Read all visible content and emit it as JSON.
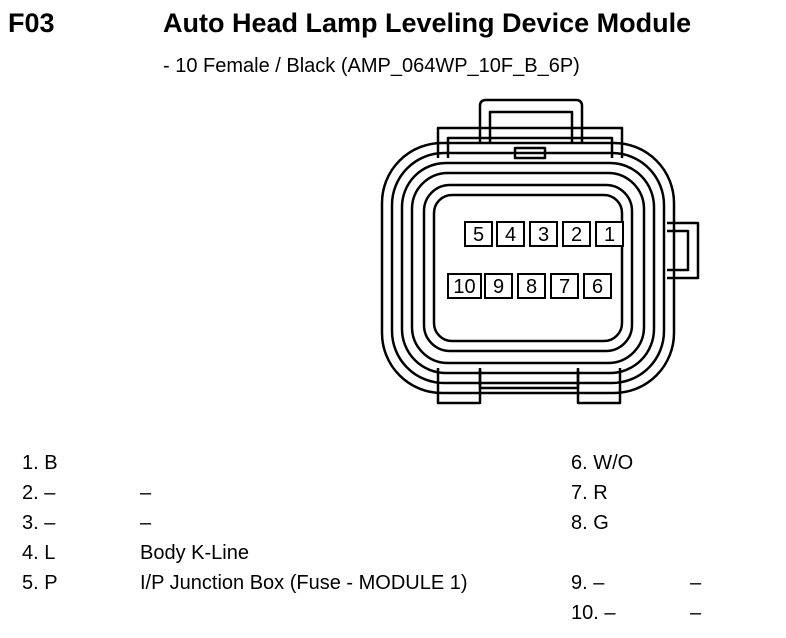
{
  "header": {
    "code": "F03",
    "title": "Auto Head Lamp Leveling Device Module",
    "subtitle": "- 10 Female / Black (AMP_064WP_10F_B_6P)"
  },
  "connector": {
    "top_row": [
      "5",
      "4",
      "3",
      "2",
      "1"
    ],
    "bottom_row": [
      "10",
      "9",
      "8",
      "7",
      "6"
    ]
  },
  "pins_left": [
    {
      "pin": "1. B",
      "desc": ""
    },
    {
      "pin": "2. –",
      "desc": "–"
    },
    {
      "pin": "3. –",
      "desc": "–"
    },
    {
      "pin": "4. L",
      "desc": "Body K-Line"
    },
    {
      "pin": "5. P",
      "desc": "I/P Junction Box (Fuse - MODULE 1)"
    }
  ],
  "pins_right": [
    {
      "pin": "6. W/O",
      "desc": ""
    },
    {
      "pin": "7. R",
      "desc": ""
    },
    {
      "pin": "8. G",
      "desc": ""
    },
    {
      "pin": "9. –",
      "desc": "–"
    },
    {
      "pin": "10. –",
      "desc": "–"
    }
  ]
}
